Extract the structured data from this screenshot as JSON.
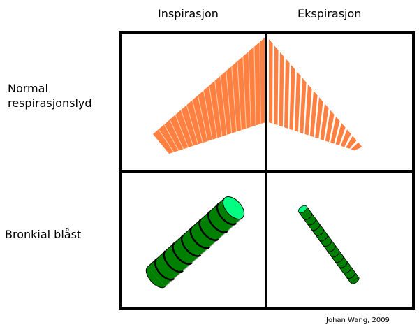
{
  "columns": [
    "Inspirasjon",
    "Ekspirasjon"
  ],
  "rows": [
    "Normal respirasjonslyd",
    "Bronkial blåst"
  ],
  "row_lines": {
    "normal": [
      "Normal",
      "respirasjonslyd"
    ]
  },
  "credit": "Johan Wang, 2009",
  "colors": {
    "orange": "#ff8040",
    "green_dark": "#008000",
    "green_light": "#00ff80",
    "grid": "#000000"
  }
}
